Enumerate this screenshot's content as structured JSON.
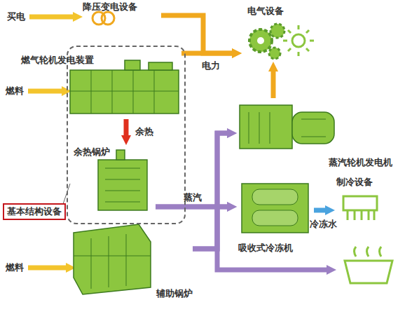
{
  "diagram": {
    "nodes": [
      {
        "text": [
          "降压变电设备"
        ]
      },
      {
        "text": [
          "电气设备"
        ]
      },
      {
        "text": [
          "基本结构设备"
        ]
      },
      {
        "text": [
          "燃气轮机发电装置"
        ],
        "in": 2
      },
      {
        "text": [
          "余热锅炉"
        ],
        "in": 2
      },
      {
        "text": [
          "蒸汽轮机发电机"
        ]
      },
      {
        "text": [
          "吸收式冷冻机"
        ]
      },
      {
        "text": [
          "制冷设备"
        ]
      },
      {
        "text": [
          "辅助锅炉"
        ]
      }
    ],
    "edges": [
      {
        "from": 0,
        "to": 1,
        "arrow": "to"
      },
      {
        "from": 3,
        "to": 1,
        "arrow": "to",
        "label": "电力"
      },
      {
        "from": 5,
        "to": 1,
        "arrow": "to"
      },
      {
        "from": 3,
        "to": 4,
        "arrow": "to",
        "label": "余热"
      },
      {
        "from": 4,
        "to": 5,
        "arrow": "to",
        "label": "蒸汽"
      },
      {
        "from": 4,
        "to": 6,
        "arrow": "to"
      },
      {
        "from": 8,
        "to": 5,
        "arrow": "to"
      },
      {
        "from": 8,
        "to": 6,
        "arrow": "to"
      },
      {
        "from": 6,
        "to": 7,
        "arrow": "to",
        "label": "冷冻水"
      }
    ],
    "labels": [
      "买电",
      "燃料",
      "燃料"
    ]
  }
}
